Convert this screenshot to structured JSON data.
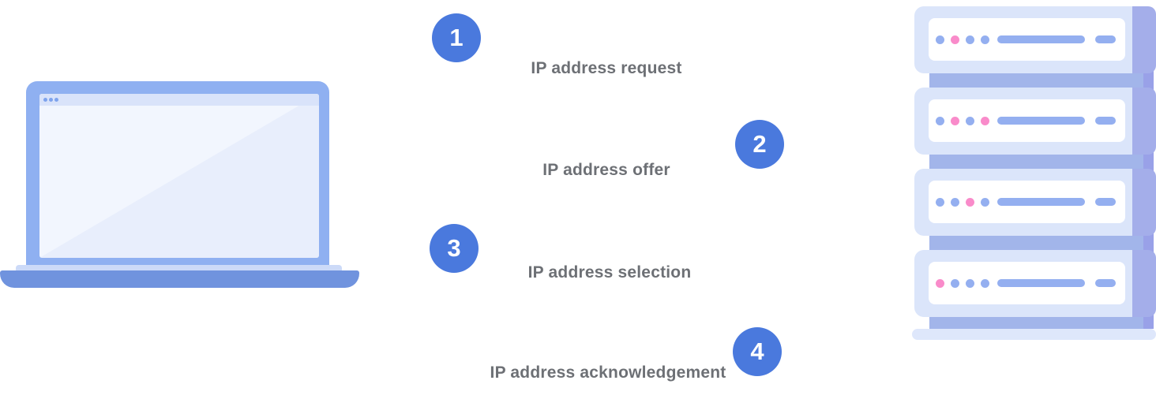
{
  "diagram": {
    "steps": [
      {
        "number": "1",
        "label": "IP address request"
      },
      {
        "number": "2",
        "label": "IP address offer"
      },
      {
        "number": "3",
        "label": "IP address selection"
      },
      {
        "number": "4",
        "label": "IP address acknowledgement"
      }
    ],
    "client": {
      "icon": "laptop-client-icon"
    },
    "server_stack": {
      "icon": "server-stack-icon",
      "units": [
        {
          "dots": [
            "blue",
            "pink",
            "blue",
            "blue"
          ]
        },
        {
          "dots": [
            "blue",
            "pink",
            "blue",
            "pink"
          ]
        },
        {
          "dots": [
            "blue",
            "blue",
            "pink",
            "blue"
          ]
        },
        {
          "dots": [
            "pink",
            "blue",
            "blue",
            "blue"
          ]
        }
      ]
    },
    "colors": {
      "step_circle": "#4a79dd",
      "step_number": "#ffffff",
      "label_text": "#6d7075",
      "laptop_frame": "#8fb0f1",
      "laptop_base": "#7093de",
      "server_body": "#dbe5fa",
      "server_dot_blue": "#94aff0",
      "server_dot_pink": "#f98bca"
    }
  }
}
